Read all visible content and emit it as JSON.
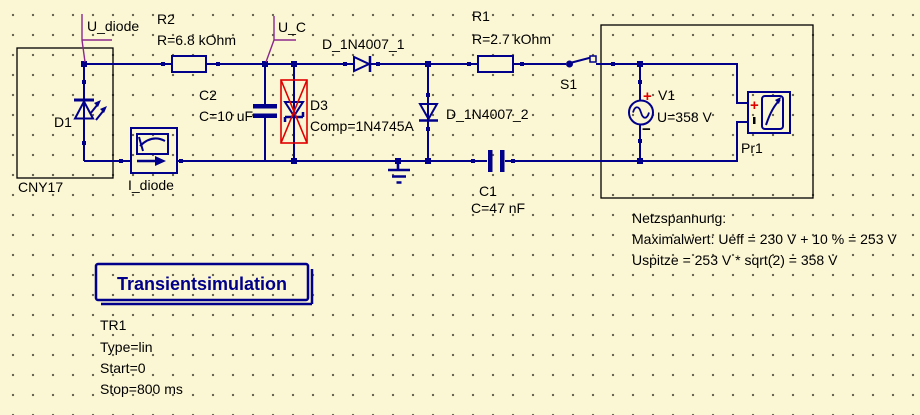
{
  "colors": {
    "background": "#FBF6D3",
    "wire_blue": "#00008B",
    "selection_red": "#E00000",
    "label_black": "#000000",
    "wire_label_purple": "#8C288C",
    "simulation_blue": "#00008B"
  },
  "wire_labels": {
    "u_diode": "U_diode",
    "u_c": "U_C"
  },
  "components": {
    "opto": {
      "part": "CNY17",
      "diode": "D1"
    },
    "meter": {
      "name": "I_diode"
    },
    "r2": {
      "name": "R2",
      "value": "R=6.8 kOhm"
    },
    "c2": {
      "name": "C2",
      "value": "C=10 uF"
    },
    "d3": {
      "name": "D3",
      "value": "Comp=1N4745A"
    },
    "d_1n4007_1": {
      "name": "D_1N4007_1"
    },
    "d_1n4007_2": {
      "name": "D_1N4007_2"
    },
    "r1": {
      "name": "R1",
      "value": "R=2.7 kOhm"
    },
    "s1": {
      "name": "S1"
    },
    "c1": {
      "name": "C1",
      "value": "C=47 nF"
    },
    "v1": {
      "name": "V1",
      "value": "U=358 V",
      "plus": "+",
      "minus": "−"
    },
    "pr1": {
      "name": "Pr1",
      "plus": "+"
    }
  },
  "simulation": {
    "title": "Transientsimulation",
    "name": "TR1",
    "param1": "Type=lin",
    "param2": "Start=0",
    "param3": "Stop=800 ms"
  },
  "note": {
    "line1": "Netzspannung:",
    "line2": "Maximalwert: Ueff = 230 V + 10 % = 253 V",
    "line3": "Uspitze = 253 V * sqrt(2) = 358 V"
  }
}
